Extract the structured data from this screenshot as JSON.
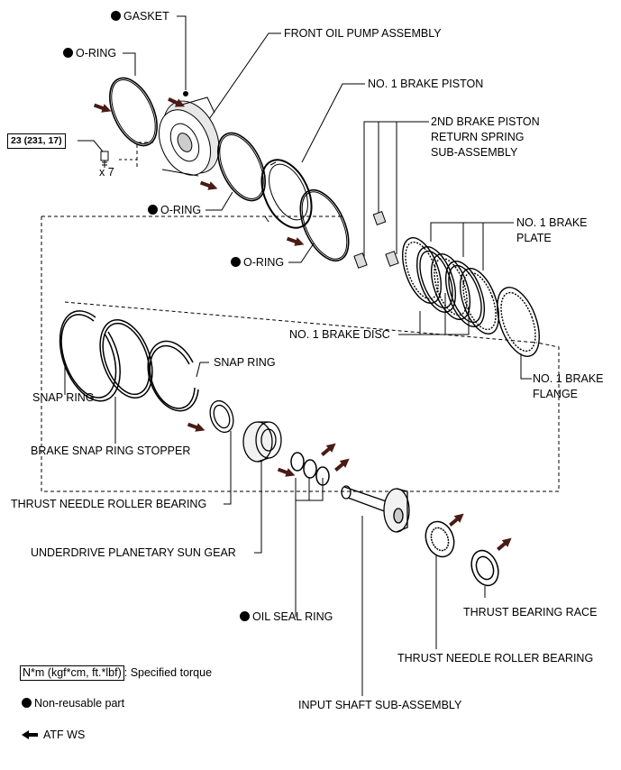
{
  "labels": {
    "gasket": "GASKET",
    "front_oil_pump": "FRONT OIL PUMP ASSEMBLY",
    "o_ring_1": "O-RING",
    "o_ring_2": "O-RING",
    "o_ring_3": "O-RING",
    "brake_piston": "NO. 1 BRAKE PISTON",
    "return_spring_l1": "2ND BRAKE PISTON",
    "return_spring_l2": "RETURN SPRING",
    "return_spring_l3": "SUB-ASSEMBLY",
    "brake_plate_l1": "NO. 1 BRAKE",
    "brake_plate_l2": "PLATE",
    "brake_disc": "NO. 1 BRAKE DISC",
    "brake_flange_l1": "NO. 1 BRAKE",
    "brake_flange_l2": "FLANGE",
    "snap_ring_1": "SNAP RING",
    "snap_ring_2": "SNAP RING",
    "snap_ring_stopper": "BRAKE SNAP RING STOPPER",
    "thrust_bearing_1": "THRUST NEEDLE ROLLER BEARING",
    "sun_gear": "UNDERDRIVE PLANETARY SUN GEAR",
    "oil_seal_ring": "OIL SEAL RING",
    "thrust_race": "THRUST BEARING RACE",
    "thrust_bearing_2": "THRUST NEEDLE ROLLER BEARING",
    "input_shaft": "INPUT SHAFT SUB-ASSEMBLY"
  },
  "torque": {
    "spec": "23 (231, 17)",
    "bolt_qty": "x 7"
  },
  "legend": {
    "torque_units": "N*m (kgf*cm, ft.*lbf)",
    "torque_desc": ": Specified torque",
    "non_reusable": "Non-reusable part",
    "atf": "ATF WS"
  },
  "colors": {
    "arrow": "#4a1a14",
    "line": "#000000"
  }
}
